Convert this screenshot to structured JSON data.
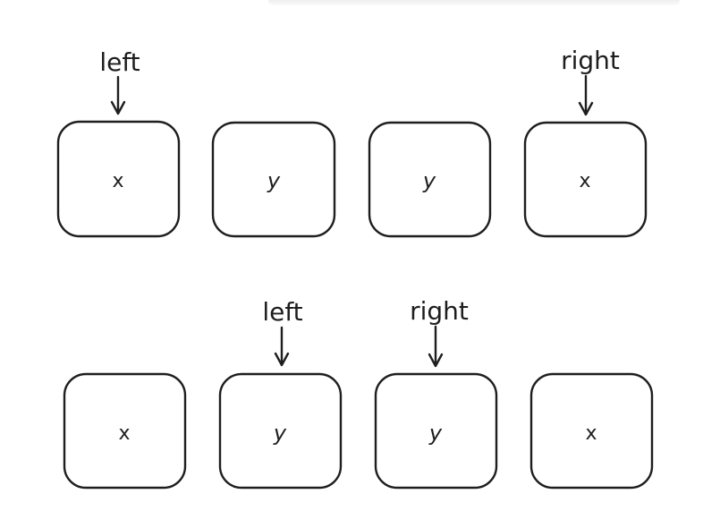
{
  "rows": [
    {
      "cells": [
        "x",
        "y",
        "y",
        "x"
      ],
      "pointers": [
        {
          "label": "left",
          "cell_index": 0
        },
        {
          "label": "right",
          "cell_index": 3
        }
      ]
    },
    {
      "cells": [
        "x",
        "y",
        "y",
        "x"
      ],
      "pointers": [
        {
          "label": "left",
          "cell_index": 1
        },
        {
          "label": "right",
          "cell_index": 2
        }
      ]
    }
  ],
  "colors": {
    "stroke": "#1e1e1e",
    "background": "#ffffff"
  }
}
